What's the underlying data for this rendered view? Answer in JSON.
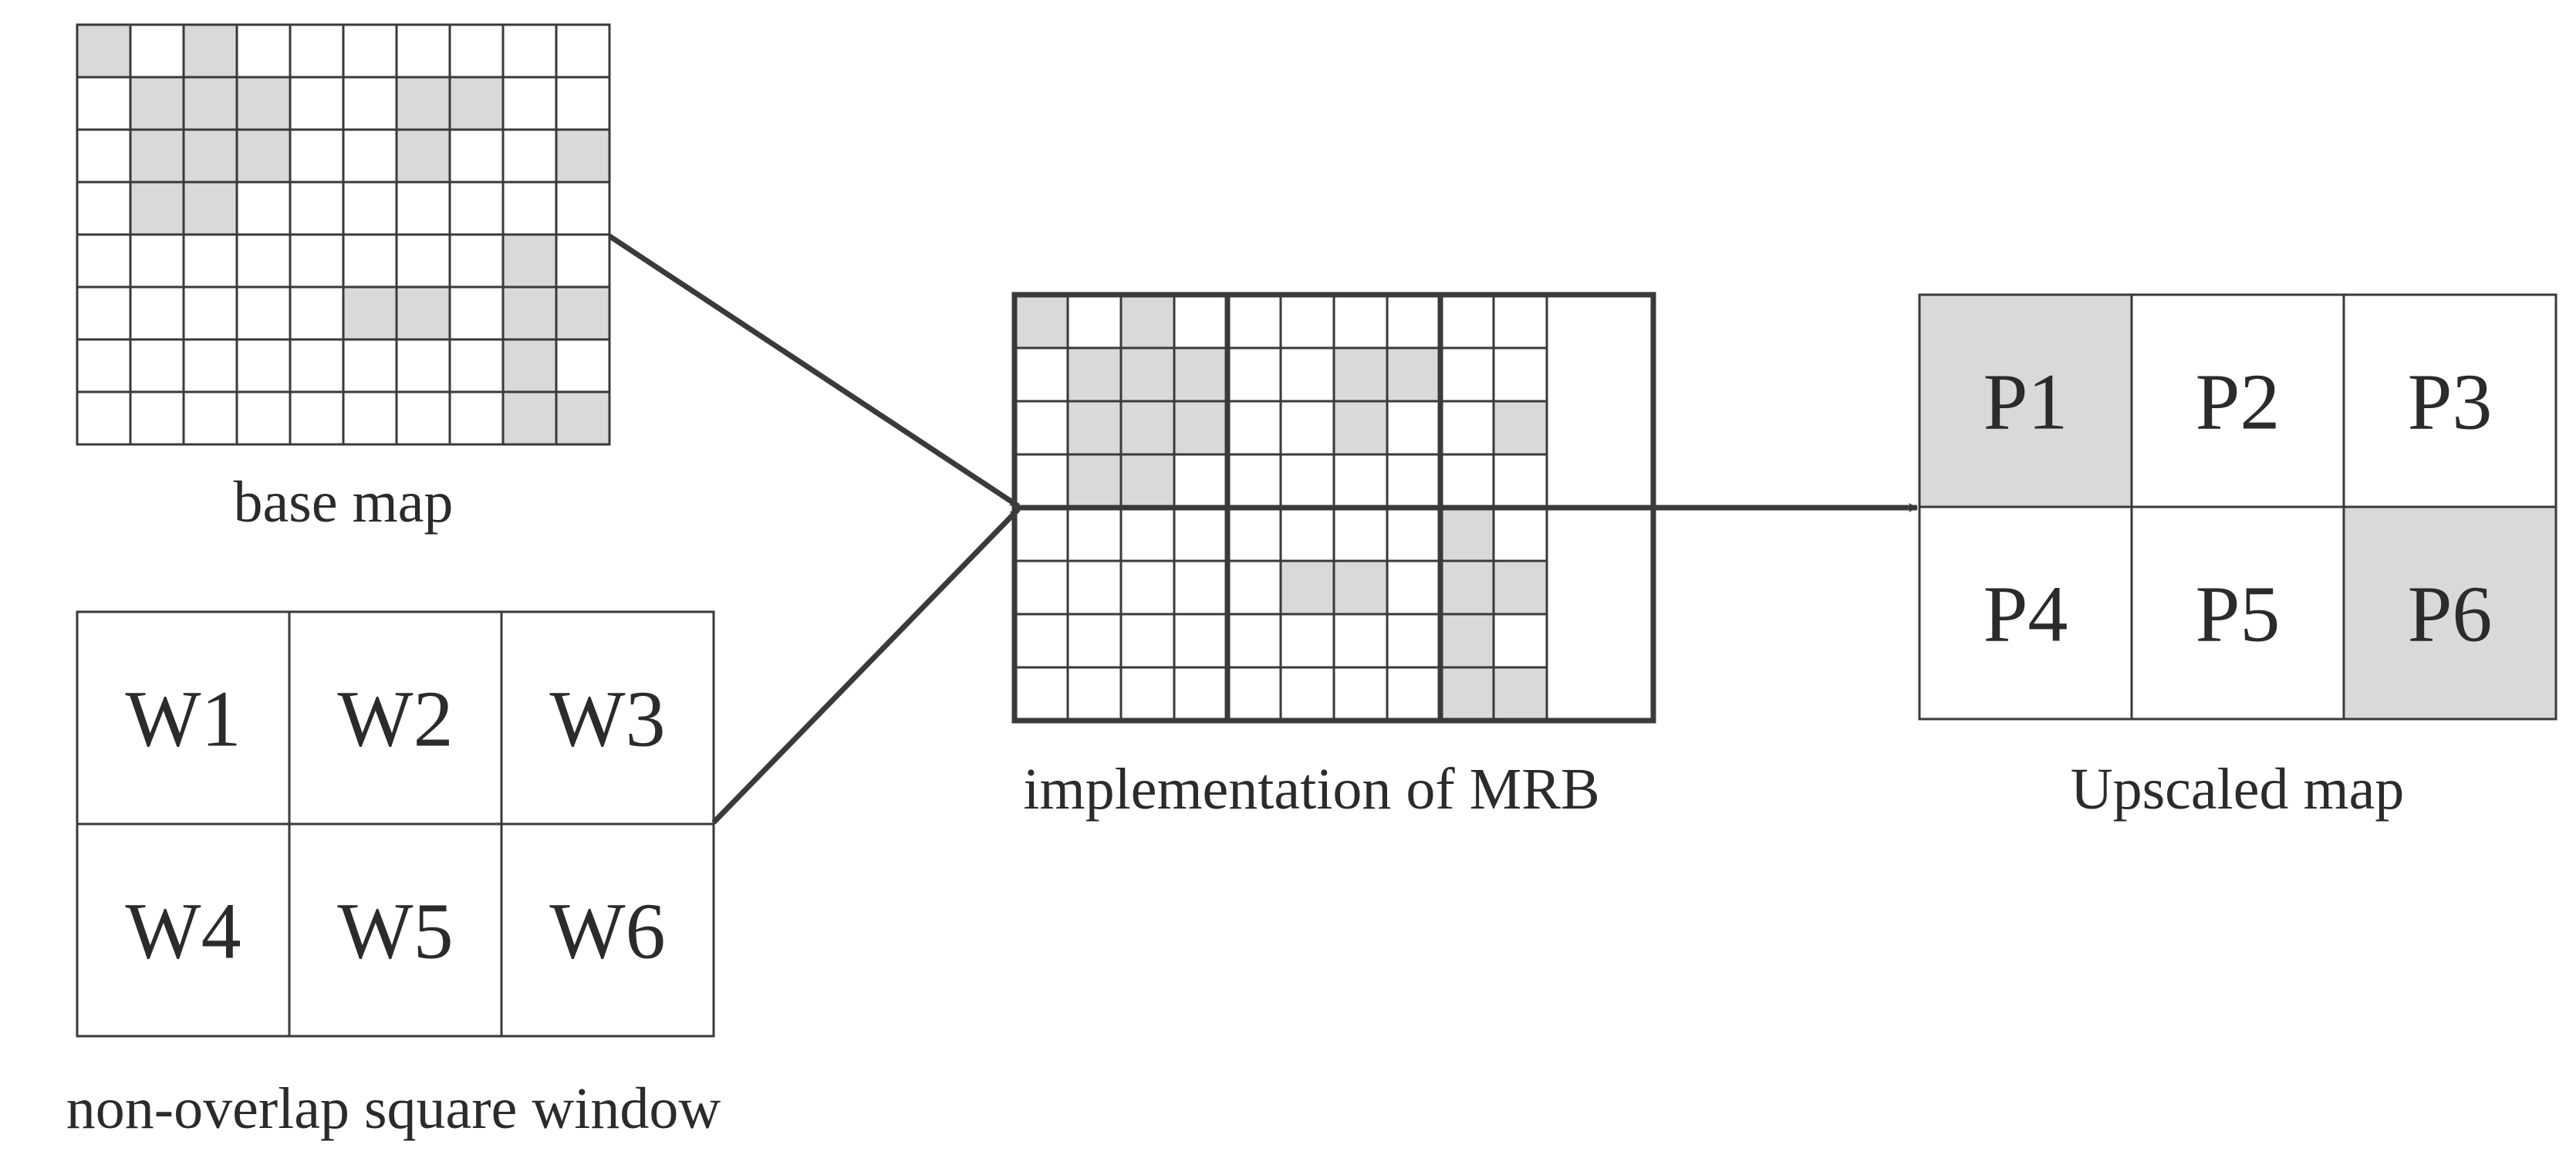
{
  "colors": {
    "shaded": "#d9d9d9",
    "line": "#3a3a3a",
    "background": "#ffffff"
  },
  "base_map": {
    "caption": "base map",
    "rows": 8,
    "cols": 10,
    "shaded": [
      [
        0,
        0
      ],
      [
        0,
        2
      ],
      [
        1,
        1
      ],
      [
        1,
        2
      ],
      [
        1,
        3
      ],
      [
        1,
        6
      ],
      [
        1,
        7
      ],
      [
        2,
        1
      ],
      [
        2,
        2
      ],
      [
        2,
        3
      ],
      [
        2,
        6
      ],
      [
        2,
        9
      ],
      [
        3,
        1
      ],
      [
        3,
        2
      ],
      [
        4,
        8
      ],
      [
        5,
        5
      ],
      [
        5,
        6
      ],
      [
        5,
        8
      ],
      [
        5,
        9
      ],
      [
        6,
        8
      ],
      [
        7,
        8
      ],
      [
        7,
        9
      ]
    ]
  },
  "window_grid": {
    "caption": "non-overlap square window",
    "labels": [
      "W1",
      "W2",
      "W3",
      "W4",
      "W5",
      "W6"
    ]
  },
  "mrb": {
    "caption": "implementation of MRB",
    "rows": 8,
    "cols": 10,
    "block_cols": 4,
    "block_rows": 4,
    "shaded": [
      [
        0,
        0
      ],
      [
        0,
        2
      ],
      [
        1,
        1
      ],
      [
        1,
        2
      ],
      [
        1,
        3
      ],
      [
        1,
        6
      ],
      [
        1,
        7
      ],
      [
        2,
        1
      ],
      [
        2,
        2
      ],
      [
        2,
        3
      ],
      [
        2,
        6
      ],
      [
        2,
        9
      ],
      [
        3,
        1
      ],
      [
        3,
        2
      ],
      [
        4,
        8
      ],
      [
        5,
        5
      ],
      [
        5,
        6
      ],
      [
        5,
        8
      ],
      [
        5,
        9
      ],
      [
        6,
        8
      ],
      [
        7,
        8
      ],
      [
        7,
        9
      ]
    ]
  },
  "upscaled": {
    "caption": "Upscaled map",
    "labels": [
      "P1",
      "P2",
      "P3",
      "P4",
      "P5",
      "P6"
    ],
    "shaded": [
      0,
      5
    ]
  }
}
